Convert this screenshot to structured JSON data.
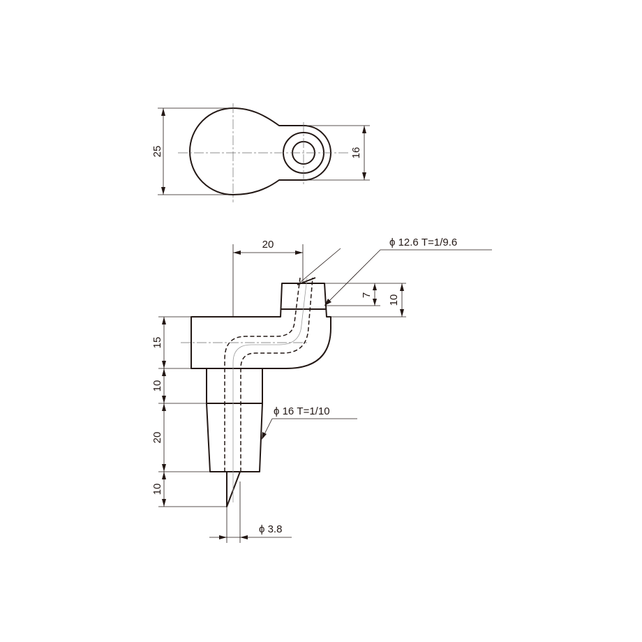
{
  "top_view": {
    "dim_height": "25",
    "dim_ring": "16"
  },
  "side_view": {
    "dim_offset": "20",
    "dim_inlet_taper": "ϕ 12.6  T=1/9.6",
    "dim_inlet_depth": "7",
    "dim_inlet_height": "10",
    "dim_body_height": "15",
    "dim_neck": "10",
    "dim_stem": "20",
    "dim_tip": "10",
    "dim_stem_taper": "ϕ 16 T=1/10",
    "dim_bore": "ϕ 3.8"
  }
}
